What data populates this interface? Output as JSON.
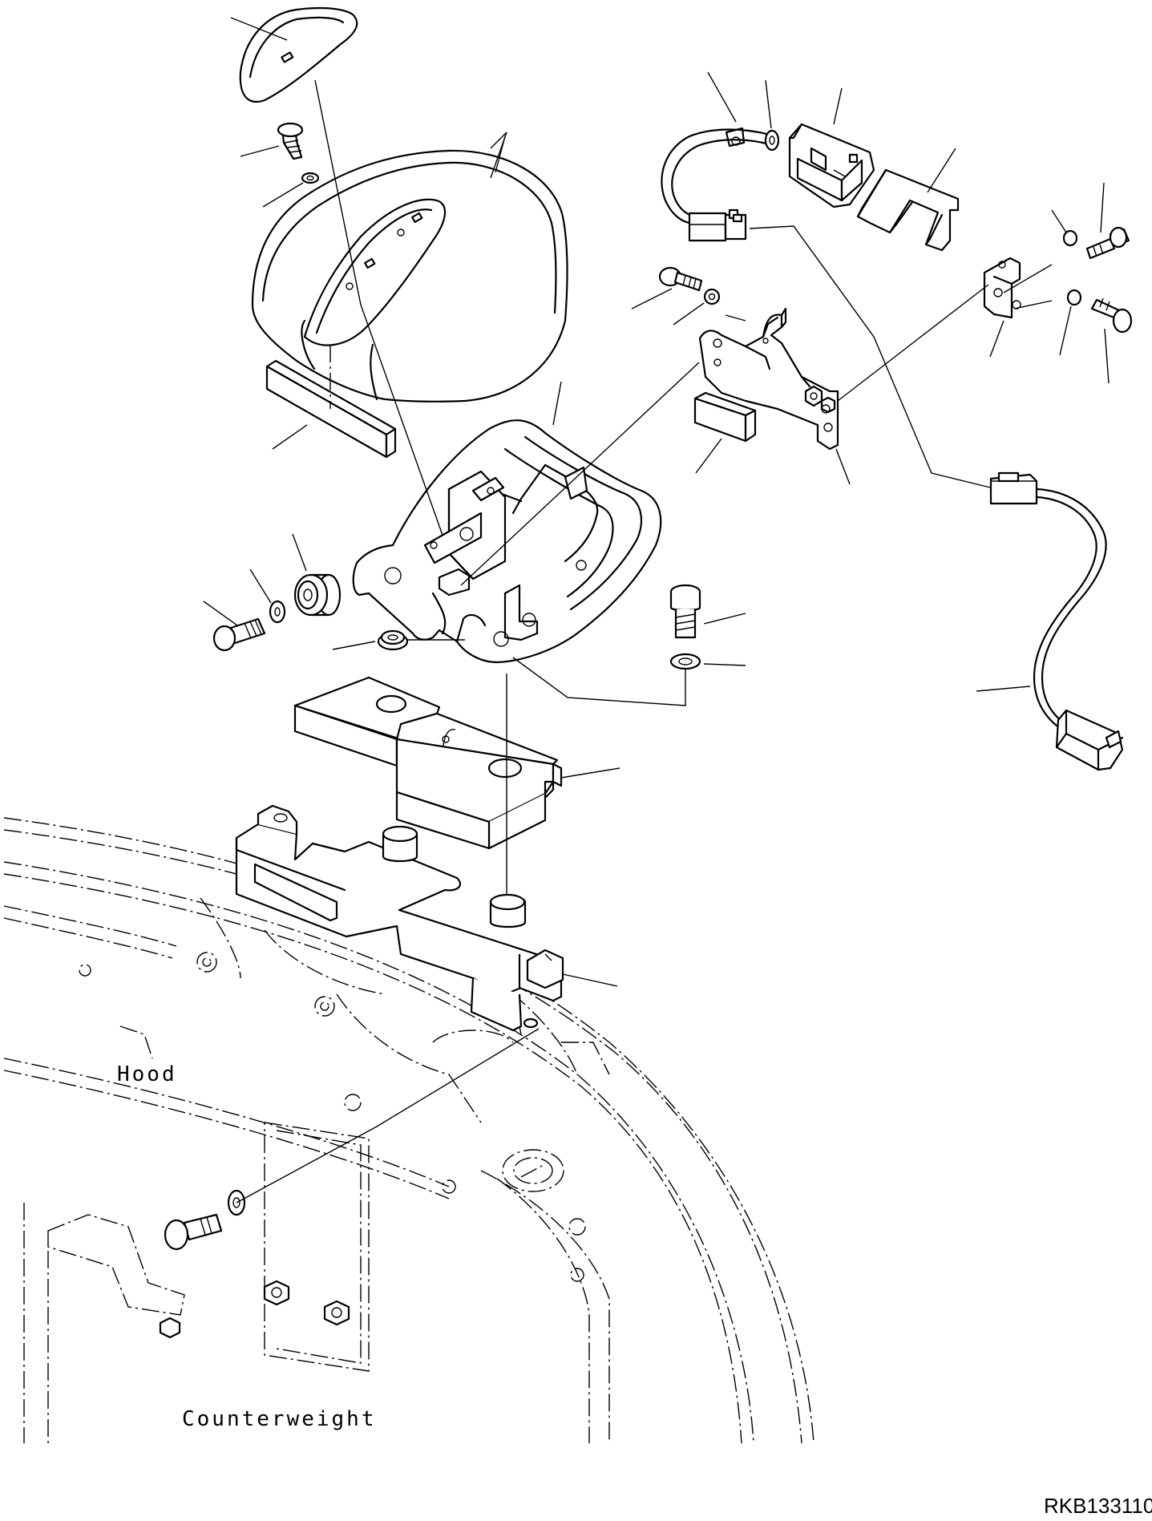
{
  "labels": {
    "hood": "Hood",
    "counterweight": "Counterweight"
  },
  "drawing_code": "RKB133110"
}
